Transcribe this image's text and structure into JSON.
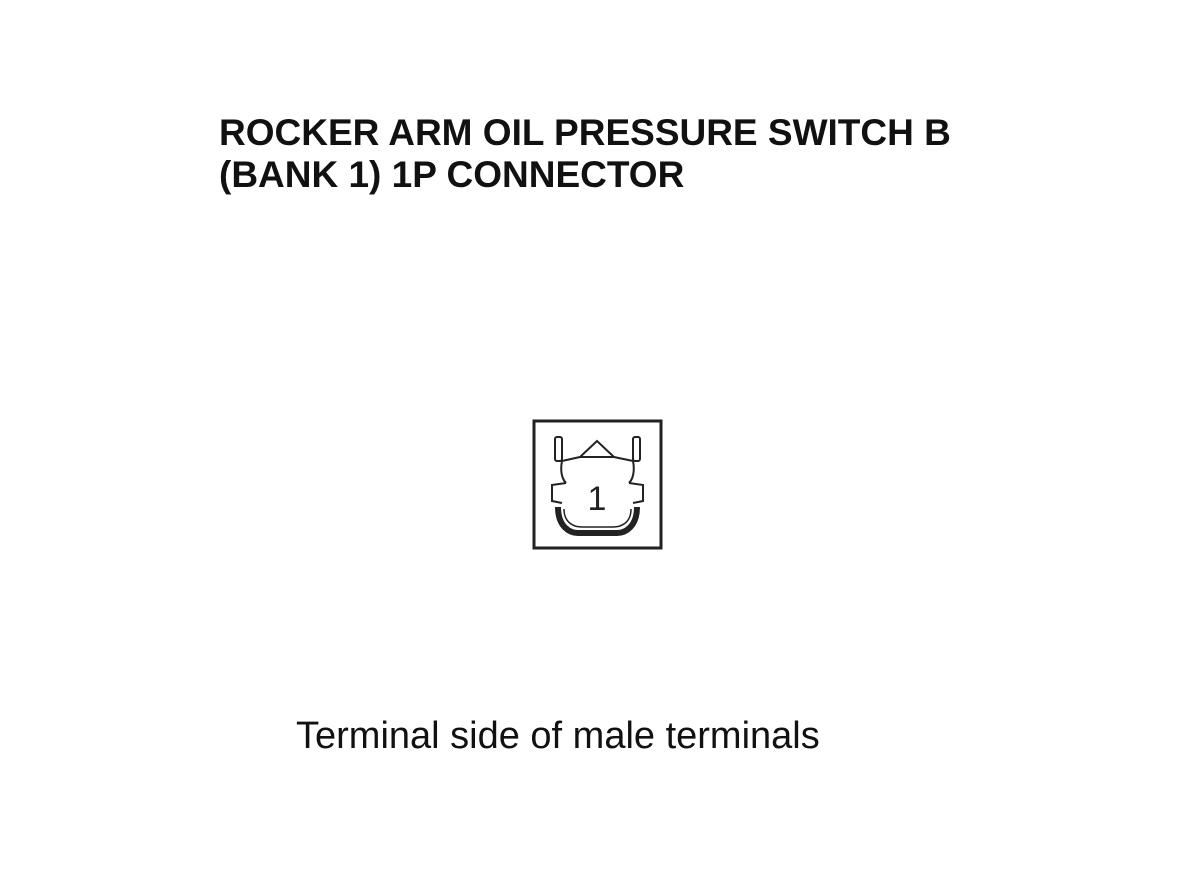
{
  "title": {
    "line1": "ROCKER ARM OIL PRESSURE SWITCH B",
    "line2": "(BANK 1) 1P CONNECTOR"
  },
  "connector": {
    "icon": "connector-1p-icon",
    "terminal_number": "1"
  },
  "caption": "Terminal side of male terminals",
  "colors": {
    "ink": "#111111",
    "background": "#ffffff"
  }
}
